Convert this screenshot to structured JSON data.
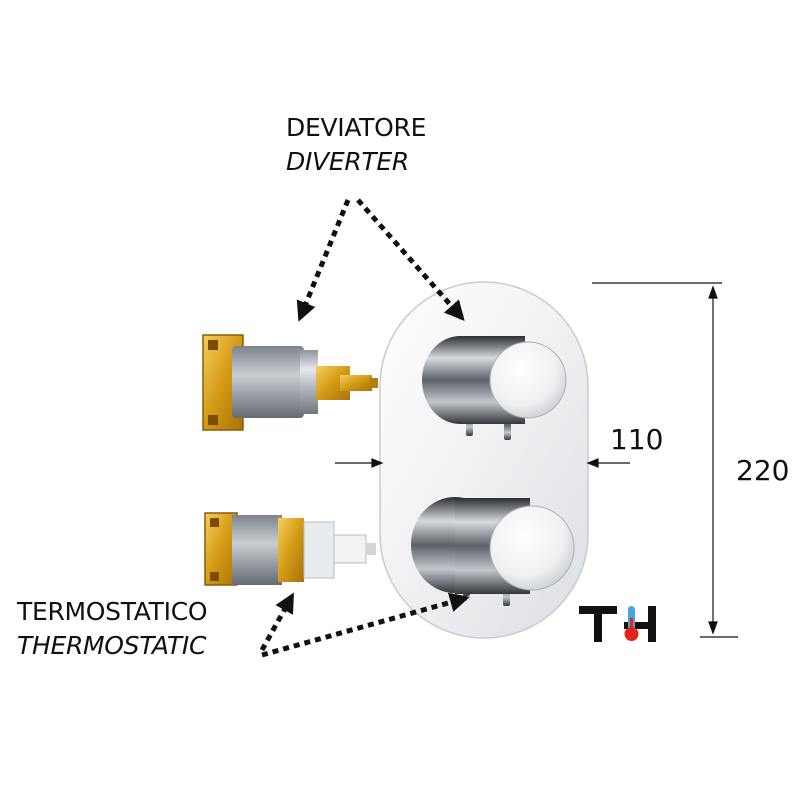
{
  "labels": {
    "diverter_it": "DEVIATORE",
    "diverter_en": "DIVERTER",
    "thermo_it": "TERMOSTATICO",
    "thermo_en": "THERMOSTATIC"
  },
  "dimensions": {
    "width": "110",
    "height": "220"
  },
  "logo": {
    "text": "TH"
  },
  "colors": {
    "chrome": "#c9cdd2",
    "brass": "#d8a11a",
    "logo_red": "#e2231a",
    "logo_blue": "#4aa3df"
  }
}
